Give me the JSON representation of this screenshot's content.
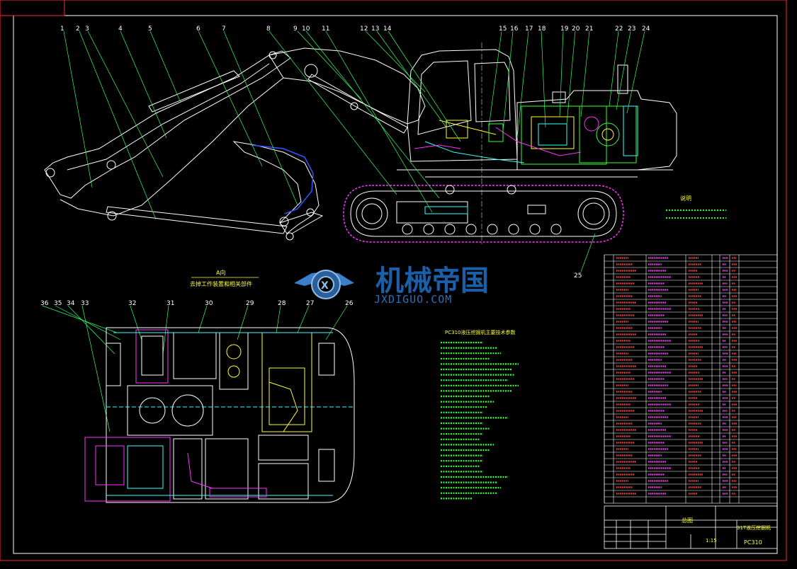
{
  "part_labels": {
    "top": [
      "1",
      "2",
      "3",
      "4",
      "5",
      "6",
      "7",
      "8",
      "9",
      "10",
      "11",
      "12",
      "13",
      "14",
      "15",
      "16",
      "17",
      "18",
      "19",
      "20",
      "21",
      "22",
      "23",
      "24"
    ],
    "mid": "25",
    "bottom": [
      "36",
      "35",
      "34",
      "33",
      "32",
      "31",
      "30",
      "29",
      "28",
      "27",
      "26"
    ]
  },
  "watermark": {
    "name": "机械帝国",
    "domain": "JXDIGUO.COM"
  },
  "captions": {
    "view_a_line1": "A向",
    "view_a_line2": "去掉工作装置和相关部件",
    "notes_title": "说明",
    "spec_title": "PC310液压挖掘机主要技术参数"
  },
  "title_block": {
    "drawing_name": "总图",
    "model": "PC310",
    "product": "31T液压挖掘机",
    "scale": "1:15"
  },
  "colors": {
    "background": "#000000",
    "frame": "#ff2a2a",
    "machine_outline": "#ffffff",
    "track": "#ff33ff",
    "leader": "#33ff66",
    "engine": "#ffff33",
    "hydraulic": "#33ffff",
    "watermark": "#1a5fa8"
  }
}
